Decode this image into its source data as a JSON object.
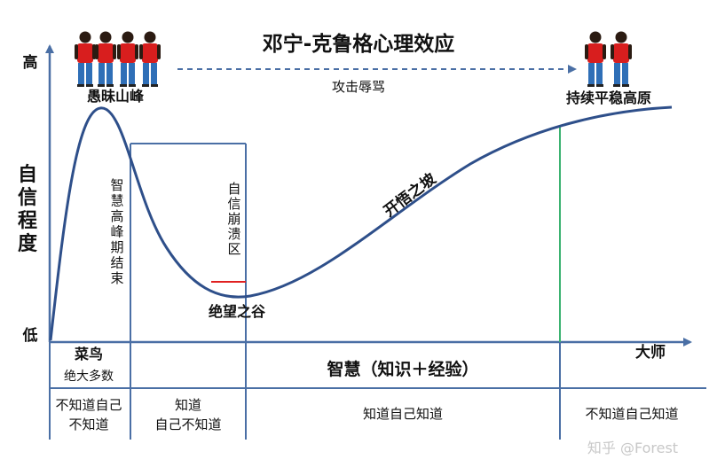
{
  "title": "邓宁-克鲁格心理效应",
  "y_axis": {
    "label": "自信程度",
    "high": "高",
    "low": "低"
  },
  "x_axis": {
    "label": "智慧（知识＋经验）",
    "end": "大师"
  },
  "annotations": {
    "peak": "愚昧山峰",
    "attack": "攻击辱骂",
    "plateau": "持续平稳高原",
    "peak_end": "智慧高峰期结束",
    "collapse": "自信崩溃区",
    "valley": "绝望之谷",
    "slope": "开悟之坡"
  },
  "bottom_labels": {
    "newbie": "菜鸟",
    "majority": "绝大多数",
    "col1": "不知道自己不知道",
    "col2_line1": "知道",
    "col2_line2": "自己不知道",
    "col3": "知道自己知道",
    "col4": "不知道自己知道"
  },
  "watermark": "知乎 @Forest",
  "colors": {
    "axis": "#4a6fa5",
    "curve": "#2e4f8a",
    "box": "#5b7fb8",
    "plateau_line": "#3cb371",
    "collapse_mark": "#e02020",
    "shirt": "#d81e1e",
    "pants": "#2f6fb7",
    "skin": "#2b1b12"
  }
}
